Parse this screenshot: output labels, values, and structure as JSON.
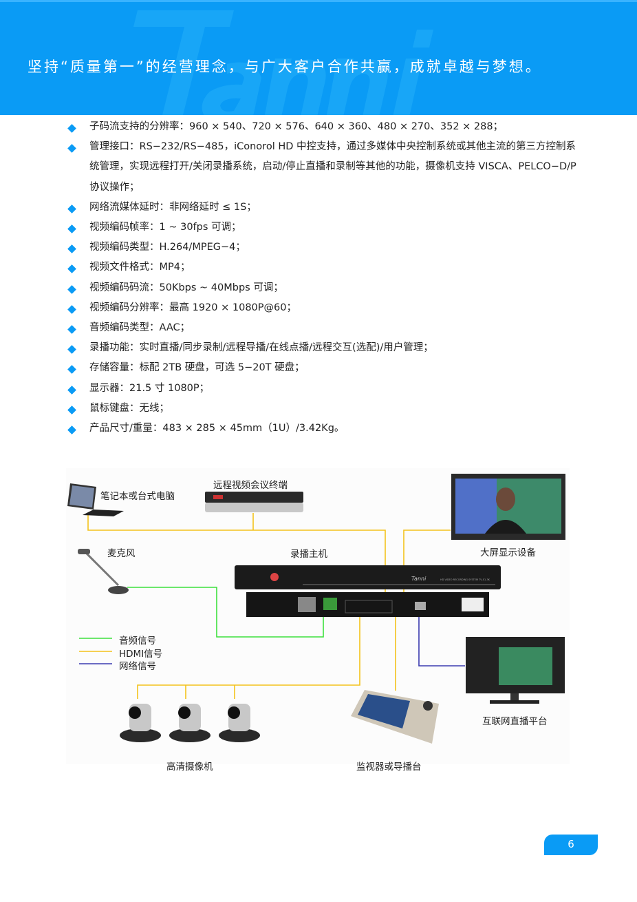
{
  "banner": {
    "watermark": "Tanni",
    "slogan": "坚持“质量第一”的经营理念，与广大客户合作共赢，成就卓越与梦想。"
  },
  "specs": [
    "子码流支持的分辨率：960 × 540、720 × 576、640 × 360、480 × 270、352 × 288；",
    "管理接口：RS−232/RS−485，iConorol HD  中控支持，通过多媒体中央控制系统或其他主流的第三方控制系统管理，实现远程打开/关闭录播系统，启动/停止直播和录制等其他的功能，摄像机支持 VISCA、PELCO−D/P 协议操作；",
    "网络流媒体延时：非网络延时 ≤ 1S；",
    "视频编码帧率：1 ~ 30fps 可调；",
    "视频编码类型：H.264/MPEG−4；",
    "视频文件格式：MP4；",
    "视频编码码流：50Kbps ~ 40Mbps 可调；",
    "视频编码分辨率：最高 1920 × 1080P@60；",
    "音频编码类型：AAC；",
    "录播功能：实时直播/同步录制/远程导播/在线点播/远程交互(选配)/用户管理；",
    "存储容量：标配 2TB 硬盘，可选 5−20T 硬盘；",
    "显示器：21.5 寸  1080P；",
    "鼠标键盘：无线；",
    "产品尺寸/重量：483 × 285 × 45mm（1U）/3.42Kg。"
  ],
  "diagram": {
    "laptop": "笔记本或台式电脑",
    "vconf": "远程视频会议终端",
    "display": "大屏显示设备",
    "mic": "麦克风",
    "recorder": "录播主机",
    "recorder_brand": "Tanni",
    "recorder_model": "HD VIDEO RECORDING SYSTEM  TV-S1-3K",
    "legend": [
      {
        "label": "音频信号",
        "color": "#3de03d"
      },
      {
        "label": "HDMI信号",
        "color": "#f3c21b"
      },
      {
        "label": "网络信号",
        "color": "#3b3bb0"
      }
    ],
    "live": "互联网直播平台",
    "camera": "高清摄像机",
    "monitor": "监视器或导播台"
  },
  "page_number": "6",
  "colors": {
    "accent": "#0a9bf5"
  }
}
